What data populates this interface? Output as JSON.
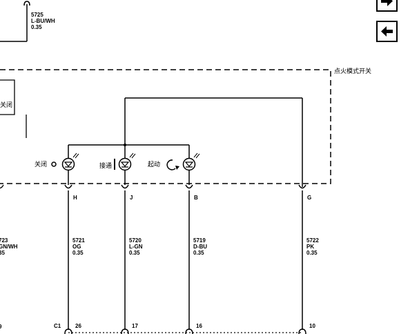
{
  "component_label": "点火模式开关",
  "switch_positions": {
    "off": "关闭",
    "on": "接通",
    "start": "起动"
  },
  "left_partial_label": "关闭",
  "top_wire": {
    "circuit": "5725",
    "color": "L-BU/WH",
    "size": "0.35"
  },
  "left_wire": {
    "circuit": "723",
    "color": "GN/WH",
    "size": "35"
  },
  "wires": [
    {
      "pin": "H",
      "circuit": "5721",
      "color": "OG",
      "size": "0.35",
      "connector_pin": "26"
    },
    {
      "pin": "J",
      "circuit": "5720",
      "color": "L-GN",
      "size": "0.35",
      "connector_pin": "17"
    },
    {
      "pin": "B",
      "circuit": "5719",
      "color": "D-BU",
      "size": "0.35",
      "connector_pin": "16"
    },
    {
      "pin": "G",
      "circuit": "5722",
      "color": "PK",
      "size": "0.35",
      "connector_pin": "10"
    }
  ],
  "connector_name": "C1",
  "left_pin_partial": "9",
  "nav": {
    "next_icon": "arrow-right-icon",
    "prev_icon": "arrow-left-icon"
  }
}
